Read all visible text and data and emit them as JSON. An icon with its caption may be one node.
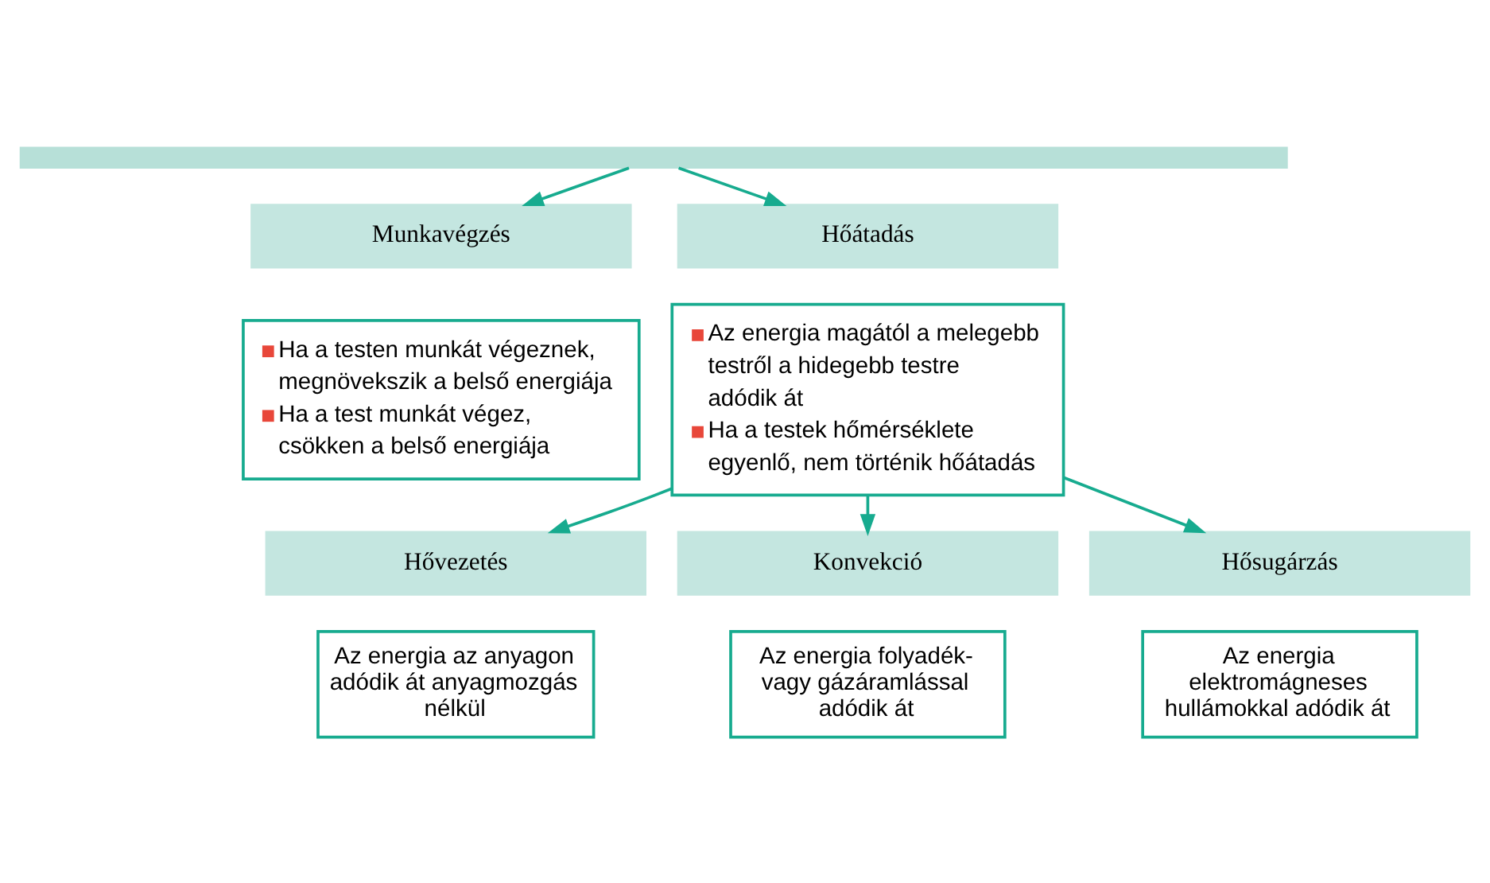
{
  "diagram": {
    "nodes": [
      {
        "text": [],
        "shape": "bar"
      },
      {
        "text": [
          "Munkavégzés"
        ]
      },
      {
        "text": [
          "Ha a testen munkát végeznek, megnövekszik a belső energiája",
          "Ha a test munkát végez, csökken a belső energiája"
        ]
      },
      {
        "text": [
          "Hőátadás"
        ]
      },
      {
        "text": [
          "Az energia magától a melegebb testről a hidegebb testre adódik át",
          "Ha a testek hőmérséklete egyenlő, nem történik hőátadás"
        ]
      },
      {
        "text": [
          "Hővezetés"
        ]
      },
      {
        "text": [
          "Az energia az anyagon adódik át anyagmozgás nélkül"
        ]
      },
      {
        "text": [
          "Konvekció"
        ]
      },
      {
        "text": [
          "Az energia folyadék- vagy gázáramlással adódik át"
        ]
      },
      {
        "text": [
          "Hősugárzás"
        ]
      },
      {
        "text": [
          "Az energia elektromágneses hullámokkal adódik át"
        ]
      }
    ],
    "edges": [
      {
        "from": 0,
        "to": 1,
        "arrow": "to"
      },
      {
        "from": 0,
        "to": 3,
        "arrow": "to"
      },
      {
        "from": 4,
        "to": 5,
        "arrow": "to"
      },
      {
        "from": 4,
        "to": 7,
        "arrow": "to"
      },
      {
        "from": 4,
        "to": 9,
        "arrow": "to"
      }
    ]
  }
}
